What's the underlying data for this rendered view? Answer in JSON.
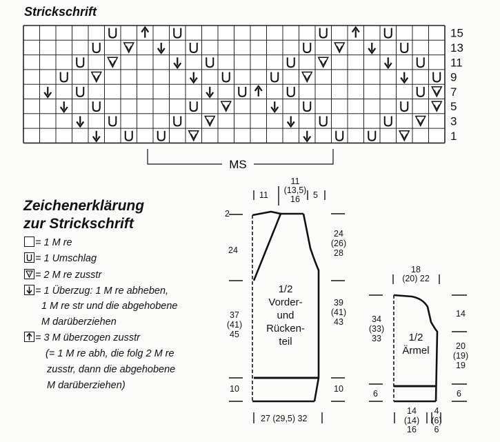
{
  "chart_title": "Strickschrift",
  "chart": {
    "cols": 26,
    "row_labels": [
      "15",
      "13",
      "11",
      "9",
      "7",
      "5",
      "3",
      "1"
    ],
    "rows": [
      ". . . . . U . A . U . . . . . . . . U . A . U . . .",
      ". . . . U . K . V . U . . . . . . U . K . V . U . .",
      ". . . U . K . . . V . U . . . . U . K . . . V . U .",
      ". . U . K . . . . . V . U . . U . K . . . . . V . U",
      ". V . U . . . . . . . V . U A . U . . . . . . . U K",
      ". . V . U . . . . . U . K . . V . U . . . . . U . K",
      ". . . V . U . . . U . K . . . . V . U . . . U . K .",
      ". . . . V . U . U . K . . . . . . V . U . U . K . ."
    ],
    "repeat_label": "MS"
  },
  "legend": {
    "title_line1": "Zeichenerklärung",
    "title_line2": "zur Strickschrift",
    "items": [
      {
        "symbol": "blank",
        "text": "= 1 M re"
      },
      {
        "symbol": "U",
        "text": "= 1 Umschlag"
      },
      {
        "symbol": "K",
        "text": "= 2 M re zusstr"
      },
      {
        "symbol": "V",
        "text": "= 1 Überzug: 1 M re abheben,"
      },
      {
        "symbol": "A",
        "text": "= 3 M überzogen zusstr"
      }
    ],
    "continuations": [
      "1 M re str und die abgehobene",
      "M darüberziehen",
      "(= 1 M re abh, die folg 2 M re",
      "zusstr, dann die abgehobene",
      "M darüberziehen)"
    ]
  },
  "schematic": {
    "body": {
      "label": [
        "1/2",
        "Vorder-",
        "und",
        "Rücken-",
        "teil"
      ],
      "top_left": "11",
      "top_center": [
        "11",
        "(13,5)",
        "16"
      ],
      "top_right": "5",
      "shoulder": "2",
      "armhole_left": "24",
      "armhole_right": [
        "24",
        "(26)",
        "28"
      ],
      "length_left": [
        "37",
        "(41)",
        "45"
      ],
      "length_right": [
        "39",
        "(41)",
        "43"
      ],
      "rib_left": "10",
      "rib_right": "10",
      "bottom": "27 (29,5) 32"
    },
    "sleeve": {
      "label": [
        "1/2",
        "Ärmel"
      ],
      "top": [
        "18",
        "(20) 22"
      ],
      "height_left": [
        "34",
        "(33)",
        "33"
      ],
      "cap_right": "14",
      "side_right": [
        "20",
        "(19)",
        "19"
      ],
      "rib_left": "6",
      "rib_right": "6",
      "bottom_main": [
        "14",
        "(14)",
        "16"
      ],
      "bottom_small": [
        "4",
        "(6)",
        "6"
      ]
    }
  }
}
